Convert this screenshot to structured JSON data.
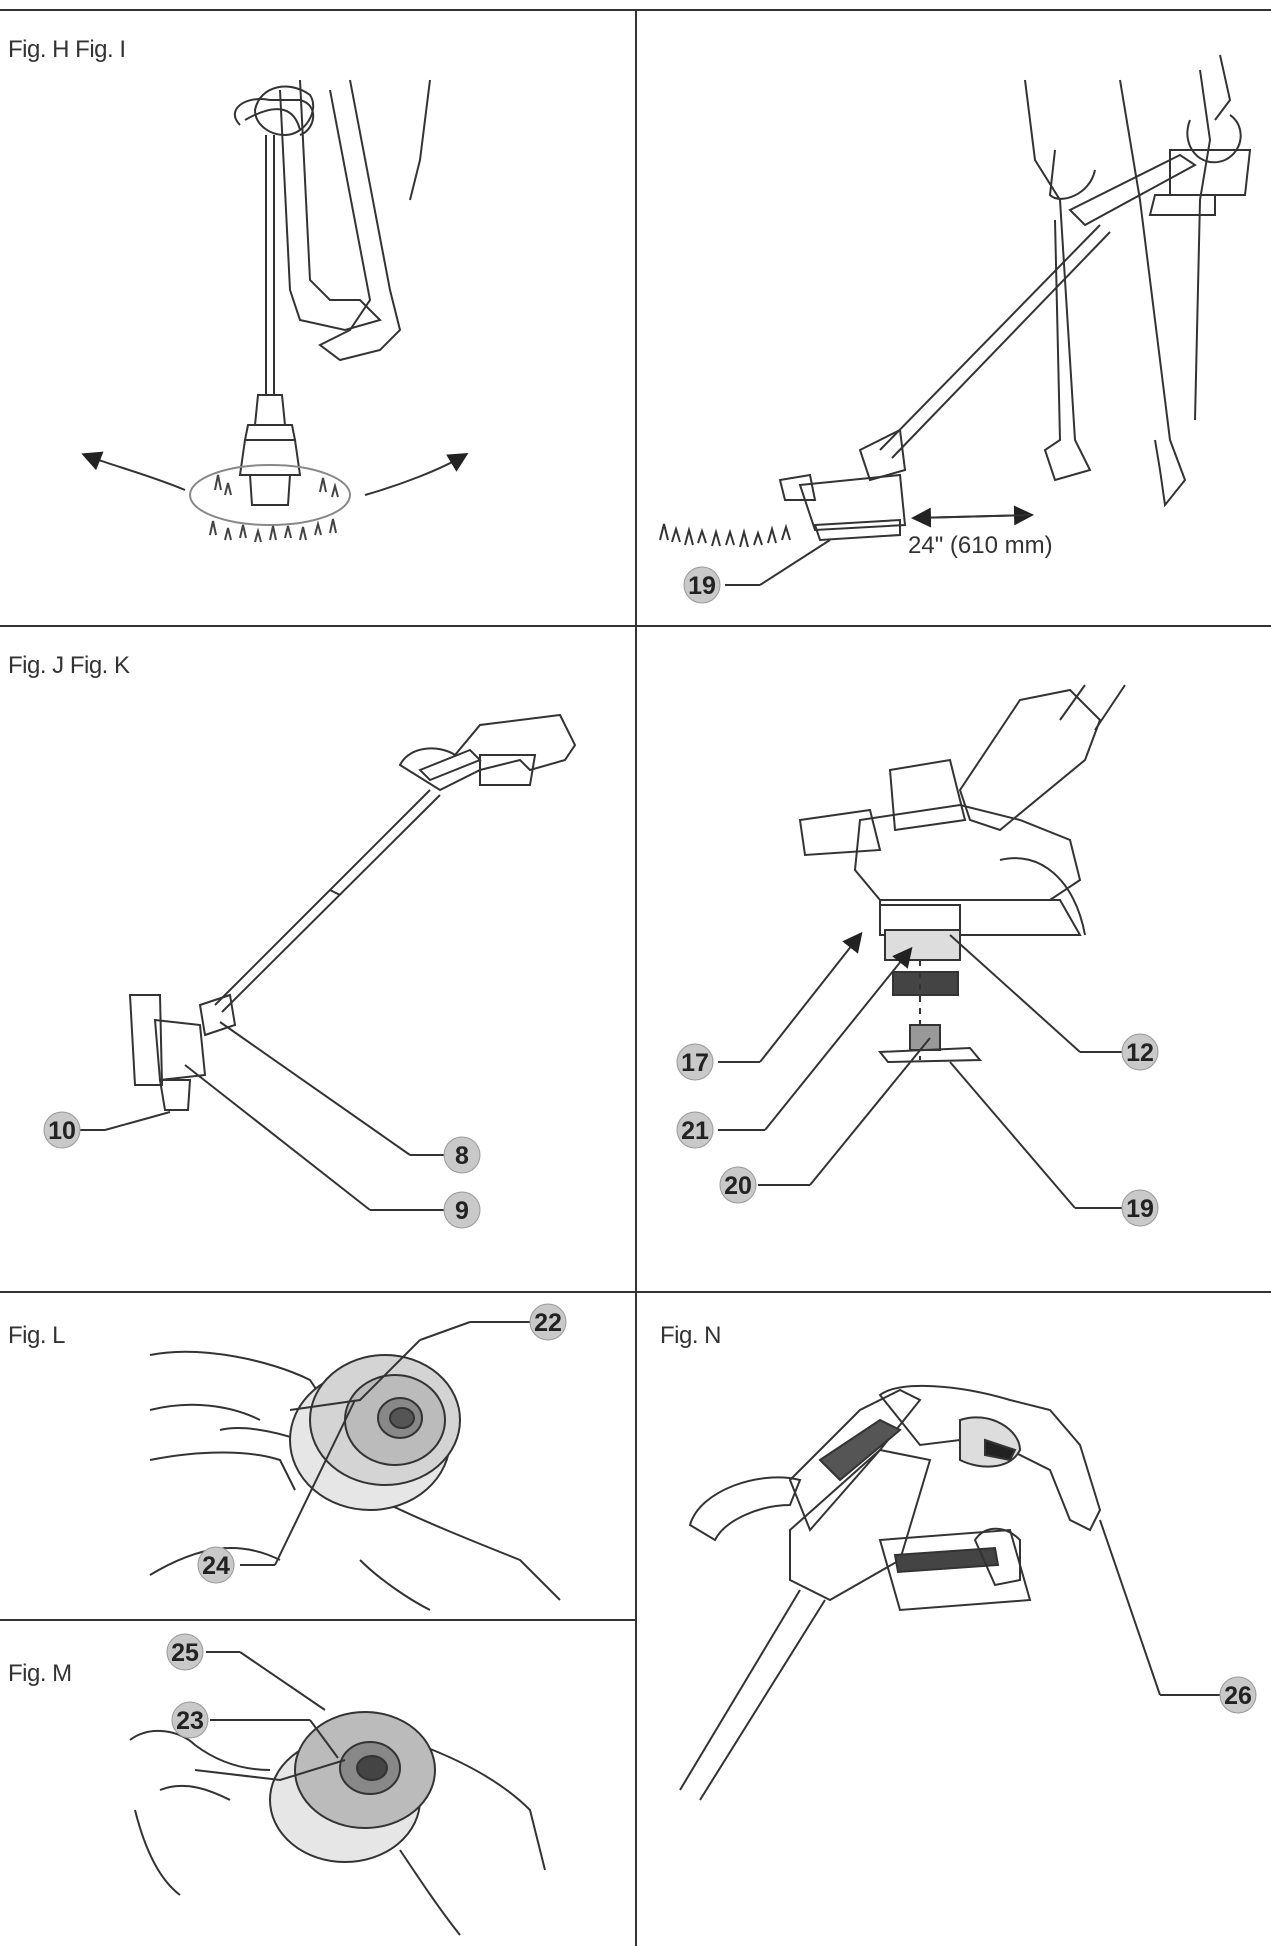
{
  "figures": {
    "h_i": {
      "label": "Fig. H Fig. I",
      "dimension": "24\" (610 mm)",
      "callouts": [
        "19"
      ]
    },
    "j_k": {
      "label": "Fig. J Fig. K",
      "callouts_j": [
        "10",
        "8",
        "9"
      ],
      "callouts_k": [
        "17",
        "21",
        "20",
        "12",
        "19"
      ]
    },
    "l": {
      "label": "Fig. L",
      "callouts": [
        "22",
        "24"
      ]
    },
    "m": {
      "label": "Fig. M",
      "callouts": [
        "25",
        "23"
      ]
    },
    "n": {
      "label": "Fig. N",
      "callouts": [
        "26"
      ]
    }
  },
  "colors": {
    "callout_fill": "#c9c9c9",
    "line": "#222222",
    "frame": "#333333"
  }
}
